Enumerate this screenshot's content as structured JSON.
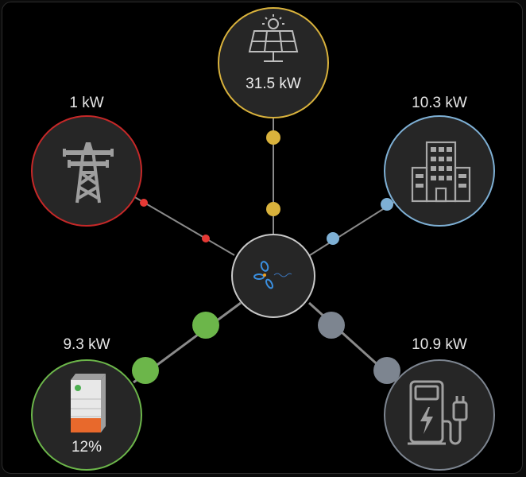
{
  "colors": {
    "solar": "#d9b23c",
    "grid": "#c62828",
    "home": "#7eb0d5",
    "battery": "#6cb64a",
    "charger": "#7d8590",
    "hub": "#c8c8c8"
  },
  "nodes": {
    "solar": {
      "value": "31.5 kW",
      "icon": "solar-panel-icon"
    },
    "grid": {
      "value": "1 kW",
      "icon": "transmission-tower-icon"
    },
    "home": {
      "value": "10.3 kW",
      "icon": "building-icon"
    },
    "battery": {
      "value": "9.3 kW",
      "charge": "12%",
      "charge_fraction": 0.12,
      "icon": "battery-icon"
    },
    "charger": {
      "value": "10.9 kW",
      "icon": "ev-charger-icon"
    },
    "hub": {
      "icon": "hub-logo-icon"
    }
  }
}
